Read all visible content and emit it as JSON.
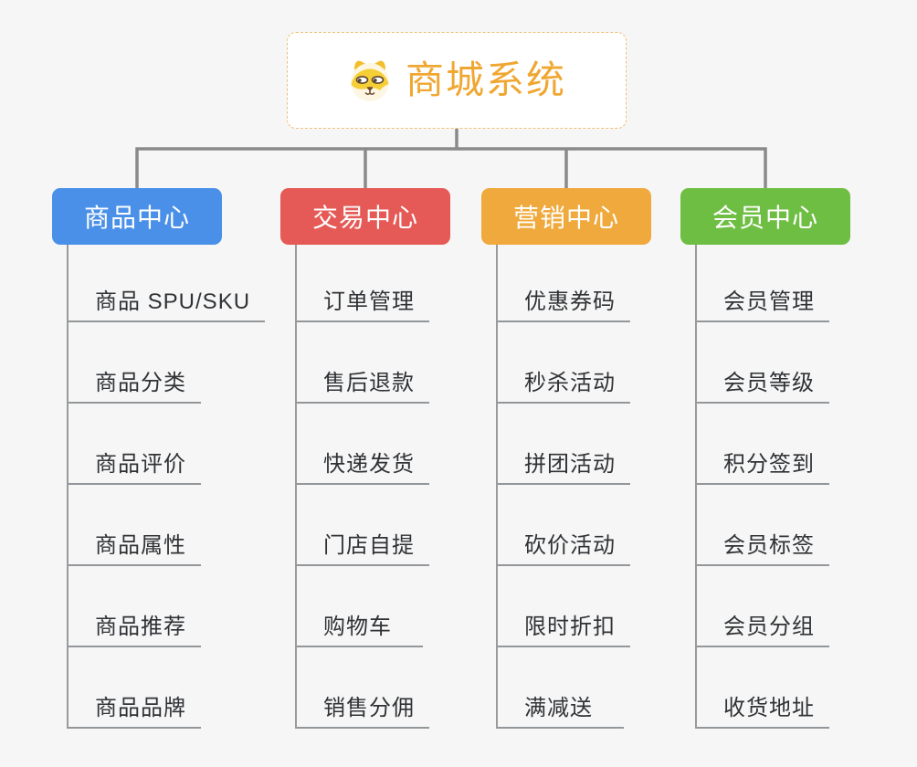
{
  "root": {
    "title": "商城系统",
    "icon": "dog-face-icon"
  },
  "branches": [
    {
      "id": "product-center",
      "label": "商品中心",
      "color": "#4A90E8",
      "items": [
        "商品 SPU/SKU",
        "商品分类",
        "商品评价",
        "商品属性",
        "商品推荐",
        "商品品牌"
      ]
    },
    {
      "id": "trade-center",
      "label": "交易中心",
      "color": "#E55A56",
      "items": [
        "订单管理",
        "售后退款",
        "快递发货",
        "门店自提",
        "购物车",
        "销售分佣"
      ]
    },
    {
      "id": "marketing-center",
      "label": "营销中心",
      "color": "#EFA93C",
      "items": [
        "优惠券码",
        "秒杀活动",
        "拼团活动",
        "砍价活动",
        "限时折扣",
        "满减送"
      ]
    },
    {
      "id": "member-center",
      "label": "会员中心",
      "color": "#6FBE44",
      "items": [
        "会员管理",
        "会员等级",
        "积分签到",
        "会员标签",
        "会员分组",
        "收货地址"
      ]
    }
  ],
  "palette": {
    "background": "#F5F6F5",
    "connector_line": "#8A8A8A",
    "item_underline": "#93969A",
    "item_text": "#303236",
    "root_accent": "#F0A732",
    "root_border": "#EFBE76"
  }
}
